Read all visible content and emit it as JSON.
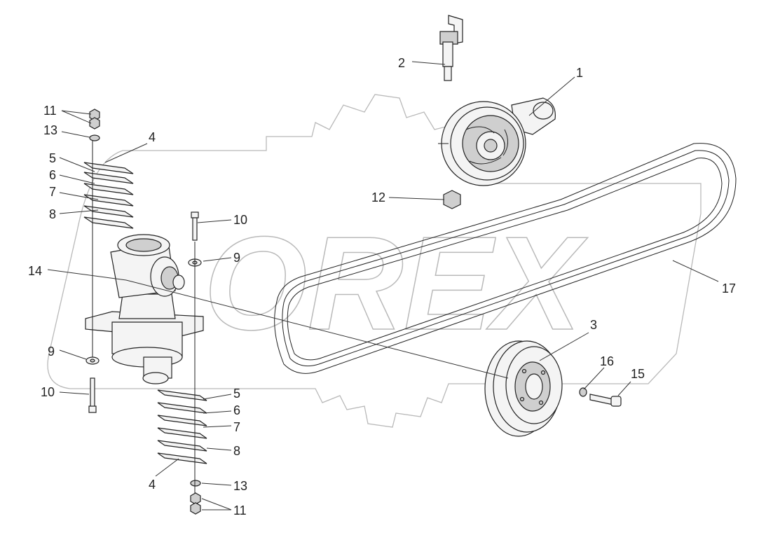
{
  "labels": {
    "l1": "1",
    "l2": "2",
    "l3": "3",
    "l4a": "4",
    "l4b": "4",
    "l5a": "5",
    "l5b": "5",
    "l6a": "6",
    "l6b": "6",
    "l7a": "7",
    "l7b": "7",
    "l8a": "8",
    "l8b": "8",
    "l9a": "9",
    "l9b": "9",
    "l10a": "10",
    "l10b": "10",
    "l11a": "11",
    "l11b": "11",
    "l12": "12",
    "l13a": "13",
    "l13b": "13",
    "l14": "14",
    "l15": "15",
    "l16": "16",
    "l17": "17"
  },
  "watermark": {
    "logo_text": "OREX"
  },
  "colors": {
    "line": "#222222",
    "watermark": "#b9b9b9",
    "background": "#ffffff"
  }
}
